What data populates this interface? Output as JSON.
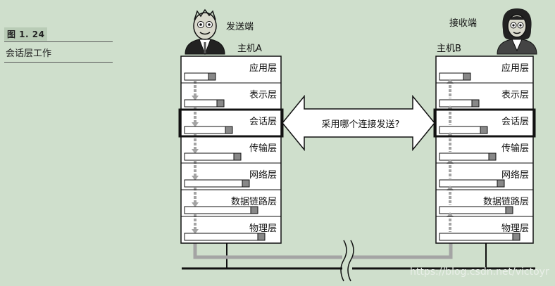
{
  "figure": {
    "number": "图 1. 24",
    "caption": "会话层工作"
  },
  "sender": {
    "role": "发送端",
    "host": "主机A"
  },
  "receiver": {
    "role": "接收端",
    "host": "主机B"
  },
  "layers": [
    "应用层",
    "表示层",
    "会话层",
    "传输层",
    "网络层",
    "数据链路层",
    "物理层"
  ],
  "highlight_layer": "会话层",
  "question": "采用哪个连接发送?",
  "watermark": "https://blog.csdn.net/victoyr",
  "colors": {
    "background": "#cfdfcc",
    "stack_fill": "#ffffff",
    "header_bar": "#888888",
    "arrow_gray": "#a4a4a4"
  }
}
